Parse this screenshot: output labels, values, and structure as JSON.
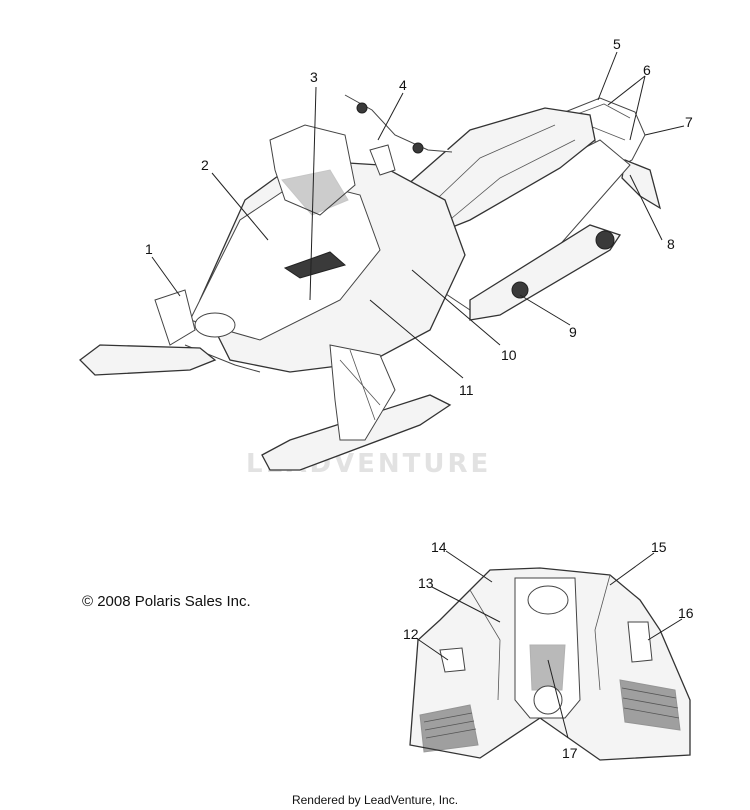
{
  "callouts": [
    "1",
    "2",
    "3",
    "4",
    "5",
    "6",
    "7",
    "8",
    "9",
    "10",
    "11",
    "12",
    "13",
    "14",
    "15",
    "16",
    "17"
  ],
  "copyright": "© 2008 Polaris Sales Inc.",
  "footer": "Rendered by LeadVenture, Inc.",
  "watermark": "LEADVENTURE"
}
